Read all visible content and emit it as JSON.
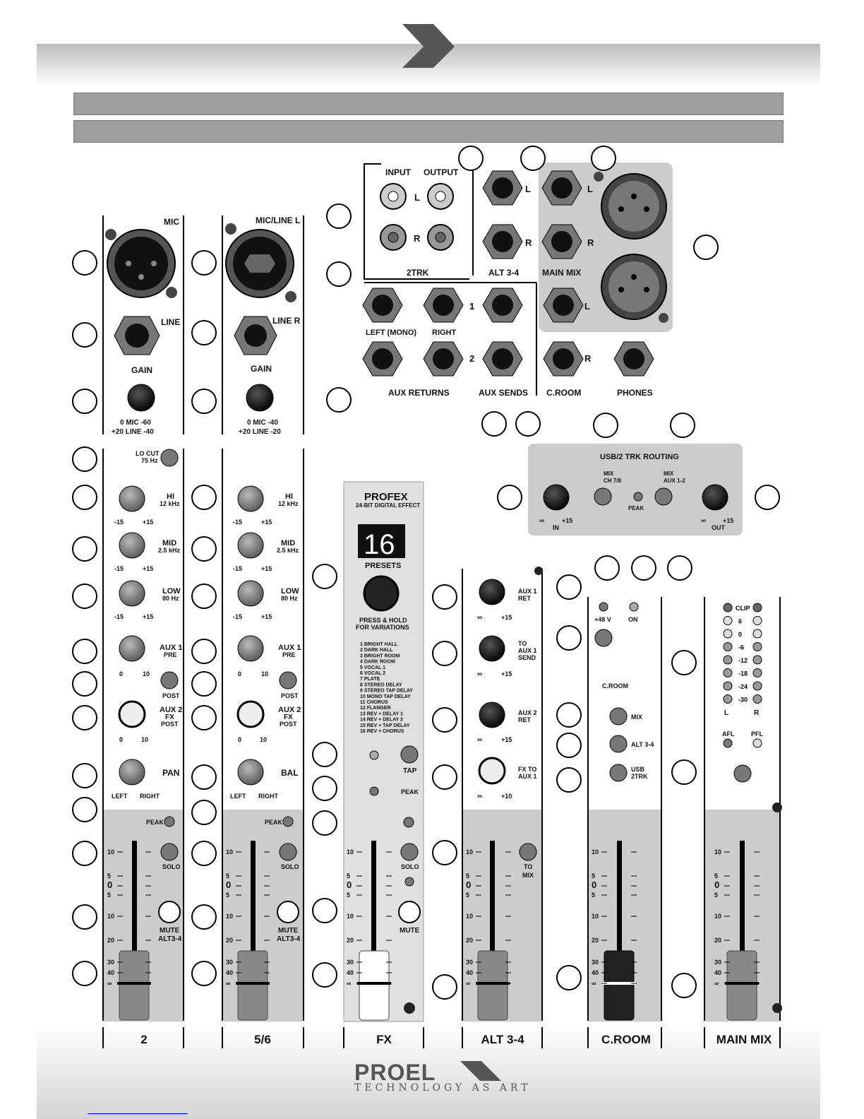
{
  "footer_labels": [
    "2",
    "5/6",
    "FX",
    "ALT 3-4",
    "C.ROOM",
    "MAIN MIX"
  ],
  "brand": {
    "name": "PROEL",
    "tagline": "TECHNOLOGY AS ART"
  },
  "ch2": {
    "mic": "MIC",
    "line": "LINE",
    "gain": "GAIN",
    "gain_scale1": "0  MIC -60",
    "gain_scale2": "+20 LINE -40",
    "locut": "LO CUT",
    "locut_freq": "75 Hz",
    "hi": "HI",
    "hi_freq": "12 kHz",
    "mid": "MID",
    "mid_freq": "2.5 kHz",
    "low": "LOW",
    "low_freq": "80 Hz",
    "eq_min": "-15",
    "eq_max": "+15",
    "aux1": "AUX 1",
    "aux1_sub": "PRE",
    "post": "POST",
    "aux2": "AUX 2",
    "aux2_sub1": "FX",
    "aux2_sub2": "POST",
    "zero": "0",
    "ten": "10",
    "pan": "PAN",
    "left": "LEFT",
    "right": "RIGHT",
    "peak": "PEAK",
    "solo": "SOLO",
    "mute": "MUTE",
    "mute_sub": "ALT3-4"
  },
  "ch56": {
    "mic": "MIC/LINE L",
    "line": "LINE R",
    "gain": "GAIN",
    "gain_scale1": "0  MIC -40",
    "gain_scale2": "+20 LINE -20",
    "bal": "BAL",
    "mute_sub": "ALT3-4"
  },
  "fader_scale": [
    "10",
    "5",
    "0",
    "5",
    "10",
    "20",
    "30",
    "40",
    "∞"
  ],
  "rear": {
    "input": "INPUT",
    "output": "OUTPUT",
    "l": "L",
    "r": "R",
    "trk": "2TRK",
    "alt34": "ALT 3-4",
    "mainmix": "MAIN MIX",
    "left_mono": "LEFT (MONO)",
    "right": "RIGHT",
    "one": "1",
    "two": "2",
    "aux_returns": "AUX RETURNS",
    "aux_sends": "AUX SENDS",
    "croom": "C.ROOM",
    "phones": "PHONES"
  },
  "usb": {
    "title": "USB/2 TRK ROUTING",
    "mix": "MIX",
    "ch78": "CH 7/8",
    "mix2": "MIX",
    "aux12": "AUX 1-2",
    "peak": "PEAK",
    "inf": "∞",
    "plus15": "+15",
    "in": "IN",
    "out": "OUT"
  },
  "fx": {
    "title": "PROFEX",
    "subtitle": "24-BIT DIGITAL EFFECT",
    "display": "16",
    "presets": "PRESETS",
    "press1": "PRESS & HOLD",
    "press2": "FOR VARIATIONS",
    "list": [
      "1 BRIGHT HALL",
      "2 DARK HALL",
      "3 BRIGHT ROOM",
      "4 DARK ROOM",
      "5 VOCAL 1",
      "6 VOCAL 2",
      "7 PLATE",
      "8 STEREO DELAY",
      "9 STEREO TAP DELAY",
      "10 MONO TAP DELAY",
      "11 CHORUS",
      "12 FLANGER",
      "13 REV + DELAY 1",
      "14 REV + DELAY 2",
      "15 REV + TAP DELAY",
      "16 REV + CHORUS"
    ],
    "tap": "TAP",
    "peak": "PEAK",
    "solo": "SOLO",
    "mute": "MUTE"
  },
  "alt": {
    "aux1ret": "AUX 1",
    "ret": "RET",
    "to": "TO",
    "aux1": "AUX 1",
    "send": "SEND",
    "aux2ret": "AUX 2",
    "fxto": "FX TO",
    "fxaux": "AUX 1",
    "inf": "∞",
    "p15": "+15",
    "p10": "+10",
    "tomix1": "TO",
    "tomix2": "MIX"
  },
  "croom": {
    "p48": "+48 V",
    "on": "ON",
    "croom": "C.ROOM",
    "mix": "MIX",
    "alt34": "ALT 3-4",
    "usb": "USB",
    "trk": "2TRK"
  },
  "main": {
    "meter": [
      "CLIP",
      "6",
      "0",
      "-6",
      "-12",
      "-18",
      "-24",
      "-30"
    ],
    "l": "L",
    "r": "R",
    "afl": "AFL",
    "pfl": "PFL"
  }
}
